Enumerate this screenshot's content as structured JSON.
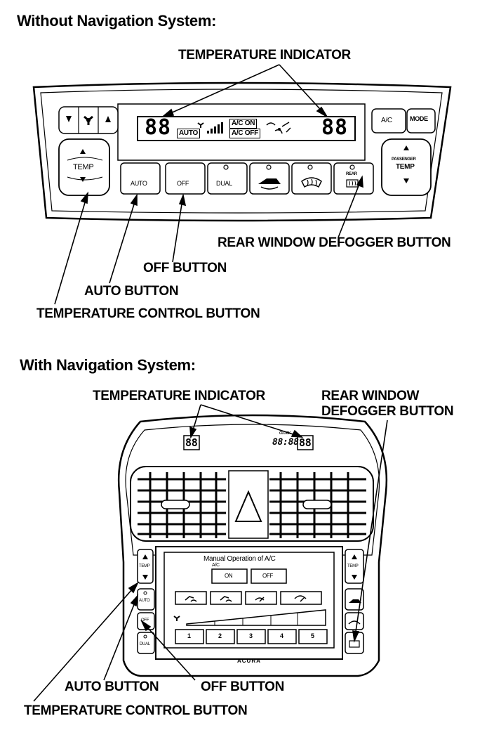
{
  "sections": {
    "without_nav": {
      "heading": "Without Navigation System:",
      "callouts": {
        "temperature_indicator": "TEMPERATURE INDICATOR",
        "rear_defogger": "REAR WINDOW DEFOGGER BUTTON",
        "off_button": "OFF BUTTON",
        "auto_button": "AUTO BUTTON",
        "temp_control": "TEMPERATURE CONTROL BUTTON"
      },
      "panel": {
        "display_left": "88",
        "display_right": "88",
        "auto_tag": "AUTO",
        "ac_on": "A/C ON",
        "ac_off": "A/C OFF",
        "temp": "TEMP",
        "passenger": "PASSENGER",
        "passenger_temp": "TEMP",
        "ac_button": "A/C",
        "mode_button": "MODE",
        "auto_button": "AUTO",
        "off_button": "OFF",
        "dual_button": "DUAL",
        "rear_tag": "REAR"
      }
    },
    "with_nav": {
      "heading": "With Navigation System:",
      "callouts": {
        "temperature_indicator": "TEMPERATURE INDICATOR",
        "rear_defogger_line1": "REAR WINDOW",
        "rear_defogger_line2": "DEFOGGER BUTTON",
        "auto_button": "AUTO BUTTON",
        "off_button": "OFF BUTTON",
        "temp_control": "TEMPERATURE CONTROL BUTTON"
      },
      "panel": {
        "display_left": "88",
        "display_right": "88",
        "clock": "88:88",
        "clock_tag": "CLOCK",
        "screen_title": "Manual Operation of A/C",
        "screen_ac_tag": "A/C",
        "screen_on": "ON",
        "screen_off": "OFF",
        "fan_levels": [
          "1",
          "2",
          "3",
          "4",
          "5"
        ],
        "temp": "TEMP",
        "auto_button": "AUTO",
        "off_button": "OFF",
        "dual_button": "DUAL",
        "brand": "ACURA"
      }
    }
  }
}
